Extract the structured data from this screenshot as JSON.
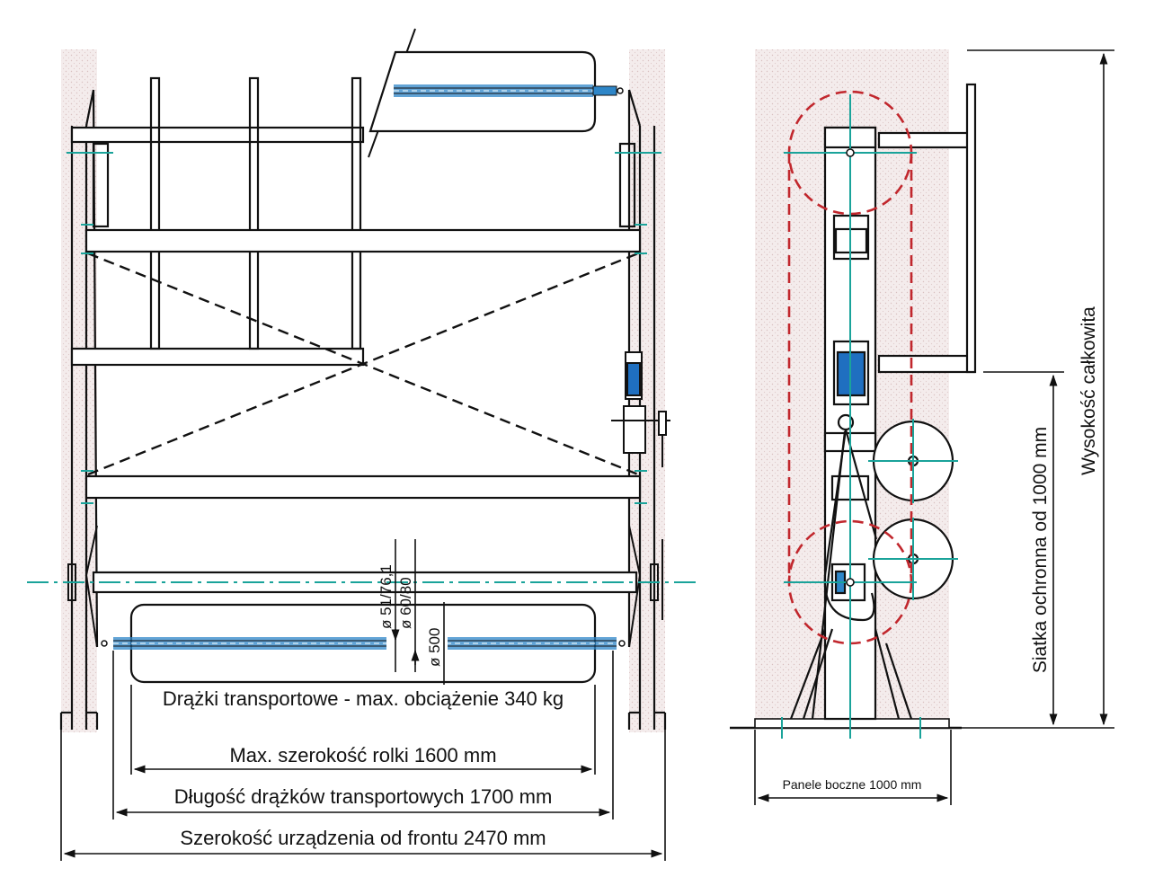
{
  "labels": {
    "load": "Drążki transportowe - max. obciążenie 340 kg",
    "roll_width": "Max. szerokość rolki 1600 mm",
    "bar_length": "Długość drążków transportowych 1700 mm",
    "device_width": "Szerokość urządzenia od frontu 2470 mm",
    "side_panels": "Panele boczne 1000 mm",
    "safety_net": "Siatka ochronna od 1000 mm",
    "total_height": "Wysokość całkowita",
    "dia_1": "ø 51/76,1",
    "dia_2": "ø 60/80",
    "dia_3": "ø 500"
  },
  "colors": {
    "line": "#111111",
    "wall": "#f1e6e6",
    "axis": "#1aa39a",
    "roll_path": "#c1272d",
    "bar_blue": "#2e86c8",
    "motor_blue": "#1f6fc0"
  }
}
